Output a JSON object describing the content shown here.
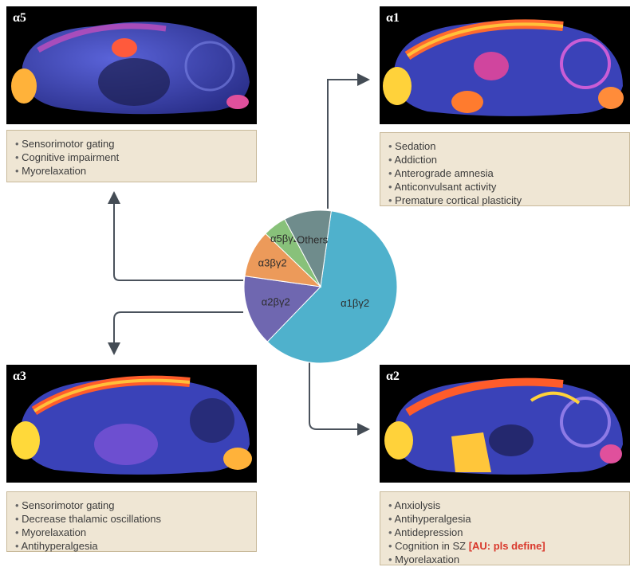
{
  "panels": {
    "a5": {
      "label": "α5",
      "effects": [
        "Sensorimotor gating",
        "Cognitive impairment",
        "Myorelaxation"
      ]
    },
    "a1": {
      "label": "α1",
      "effects": [
        "Sedation",
        "Addiction",
        "Anterograde amnesia",
        "Anticonvulsant activity",
        "Premature cortical plasticity"
      ]
    },
    "a3": {
      "label": "α3",
      "effects": [
        "Sensorimotor gating",
        "Decrease thalamic oscillations",
        "Myorelaxation",
        "Antihyperalgesia"
      ]
    },
    "a2": {
      "label": "α2",
      "effects": [
        "Anxiolysis",
        "Antihyperalgesia",
        "Antidepression",
        "Cognition in SZ",
        "Myorelaxation"
      ],
      "note": "[AU: pls define]"
    }
  },
  "chart_data": {
    "type": "pie",
    "slices": [
      {
        "label": "α1βγ2",
        "value": 60,
        "color": "#4fb1cc"
      },
      {
        "label": "α2βγ2",
        "value": 15,
        "color": "#6f67b0"
      },
      {
        "label": "α3βγ2",
        "value": 10,
        "color": "#ec9a5a"
      },
      {
        "label": "α5βγ2",
        "value": 5,
        "color": "#88c17a"
      },
      {
        "label": "Others",
        "value": 10,
        "color": "#6f8c8c"
      }
    ]
  }
}
